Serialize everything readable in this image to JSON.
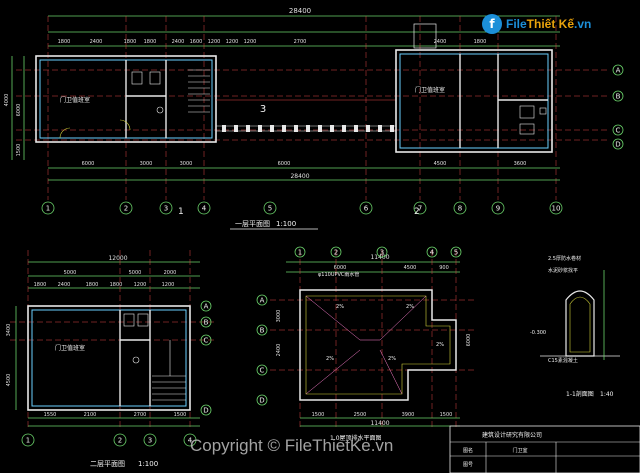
{
  "watermark": {
    "logo_mark": "f",
    "logo_text_a": "File",
    "logo_text_b": "Thiết Kế",
    "logo_text_c": ".vn",
    "copyright": "Copyright © FileThietKe.vn"
  },
  "plan_top": {
    "overall_dim": "28400",
    "bottom_overall_dim": "28400",
    "dims_top": [
      "1800",
      "2400",
      "1800",
      "1800",
      "2400",
      "1600",
      "1200",
      "1200",
      "1200",
      "2700",
      "2400",
      "1800"
    ],
    "dims_bottom": [
      "6000",
      "3000",
      "3000",
      "6000",
      "4500",
      "3600"
    ],
    "axis_labels": [
      "1",
      "2",
      "3",
      "4",
      "5",
      "6",
      "7",
      "8",
      "9",
      "10"
    ],
    "row_labels": [
      "A",
      "B",
      "C",
      "D"
    ],
    "room_left": "门卫值班室",
    "room_right": "门卫值班室",
    "section_mark": "3",
    "title": "一层平面图",
    "scale": "1:100",
    "cut_1": "1",
    "cut_2": "2",
    "side_dims": [
      "4000",
      "6000",
      "1500"
    ]
  },
  "plan_second": {
    "overall_dim": "12000",
    "dims_top": [
      "5000",
      "5000",
      "2000"
    ],
    "dims_sub": [
      "1800",
      "2400",
      "1800",
      "1800",
      "1200",
      "1200"
    ],
    "dims_bottom": [
      "1550",
      "2100",
      "2700",
      "1500"
    ],
    "room": "门卫值班室",
    "side_dims": [
      "3400",
      "4500"
    ],
    "axis_labels": [
      "1",
      "2",
      "3",
      "4"
    ],
    "row_labels": [
      "A",
      "B",
      "C",
      "D"
    ],
    "title": "二层平面图",
    "scale": "1:100"
  },
  "plan_roof": {
    "overall_dim": "11400",
    "dims_top": [
      "6000",
      "4500",
      "900"
    ],
    "dims_bottom": [
      "1500",
      "2500",
      "3900",
      "1500"
    ],
    "bottom_overall_dim": "11400",
    "pipe_label": "φ110UPVC雨水管",
    "slopes": [
      "2%",
      "2%",
      "2%",
      "2%",
      "2%"
    ],
    "side_dims": [
      "3000",
      "2400",
      "6000"
    ],
    "axis_labels": [
      "1",
      "2",
      "3",
      "4",
      "5"
    ],
    "row_labels": [
      "A",
      "B",
      "C",
      "D"
    ],
    "title": "1.0屋顶排水平面图"
  },
  "detail": {
    "labels": [
      "2.5厚防水卷材",
      "水泥砂浆找平",
      "C15素混凝土",
      "-0.300"
    ],
    "title": "1-1剖面图",
    "scale": "1:40"
  },
  "title_block": {
    "company": "建筑设计研究有限公司",
    "rows": [
      "图名",
      "图号"
    ],
    "drawing_name": "门卫室"
  }
}
